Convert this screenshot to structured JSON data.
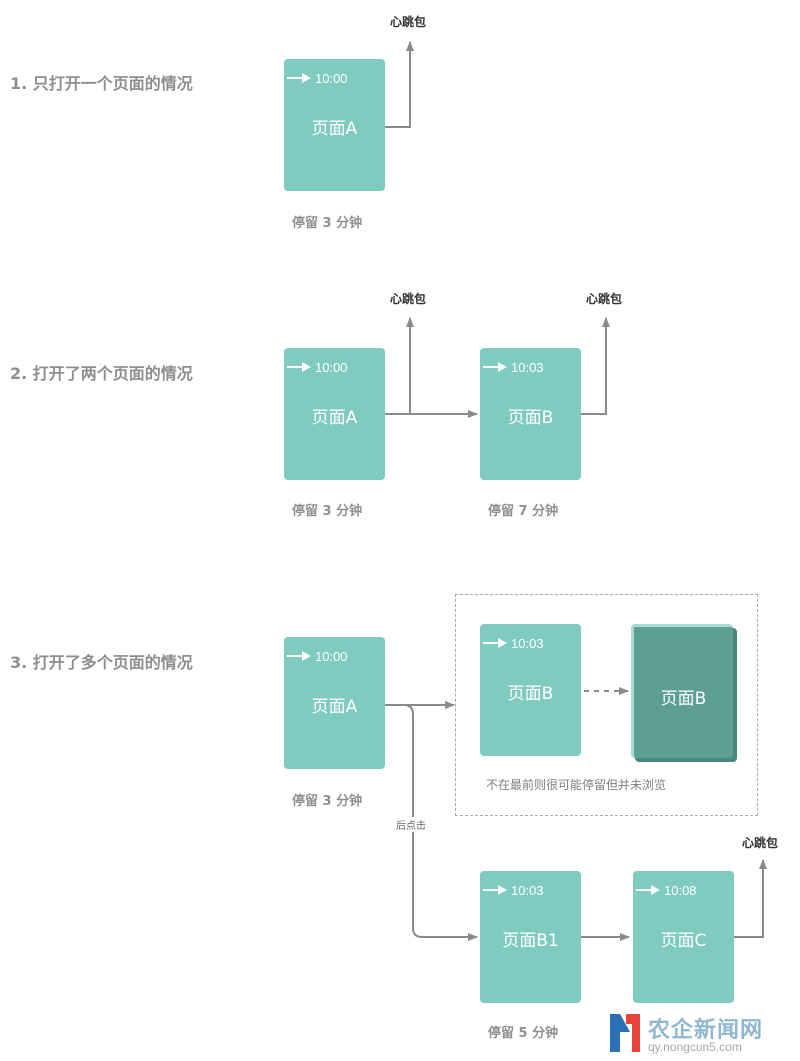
{
  "sections": [
    {
      "title": "1. 只打开一个页面的情况"
    },
    {
      "title": "2. 打开了两个页面的情况"
    },
    {
      "title": "3. 打开了多个页面的情况"
    }
  ],
  "heartbeat_label": "心跳包",
  "cards": {
    "s1_a": {
      "time": "10:00",
      "label": "页面A"
    },
    "s2_a": {
      "time": "10:00",
      "label": "页面A"
    },
    "s2_b": {
      "time": "10:03",
      "label": "页面B"
    },
    "s3_a": {
      "time": "10:00",
      "label": "页面A"
    },
    "s3_b": {
      "time": "10:03",
      "label": "页面B"
    },
    "s3_b_bg": {
      "label": "页面B"
    },
    "s3_b1": {
      "time": "10:03",
      "label": "页面B1"
    },
    "s3_c": {
      "time": "10:08",
      "label": "页面C"
    }
  },
  "captions": {
    "s1_a": "停留 3 分钟",
    "s2_a": "停留 3 分钟",
    "s2_b": "停留 7 分钟",
    "s3_a": "停留 3 分钟",
    "s3_b1": "停留 5 分钟"
  },
  "click_label": "后点击",
  "dashed_note": "不在最前则很可能停留但并未浏览",
  "watermark": {
    "text": "农企新闻网",
    "url": "qy.nongcun5.com"
  },
  "colors": {
    "card": "#80cbc0",
    "card_dark": "#5e9f95",
    "arrow": "#8a8a8a"
  }
}
